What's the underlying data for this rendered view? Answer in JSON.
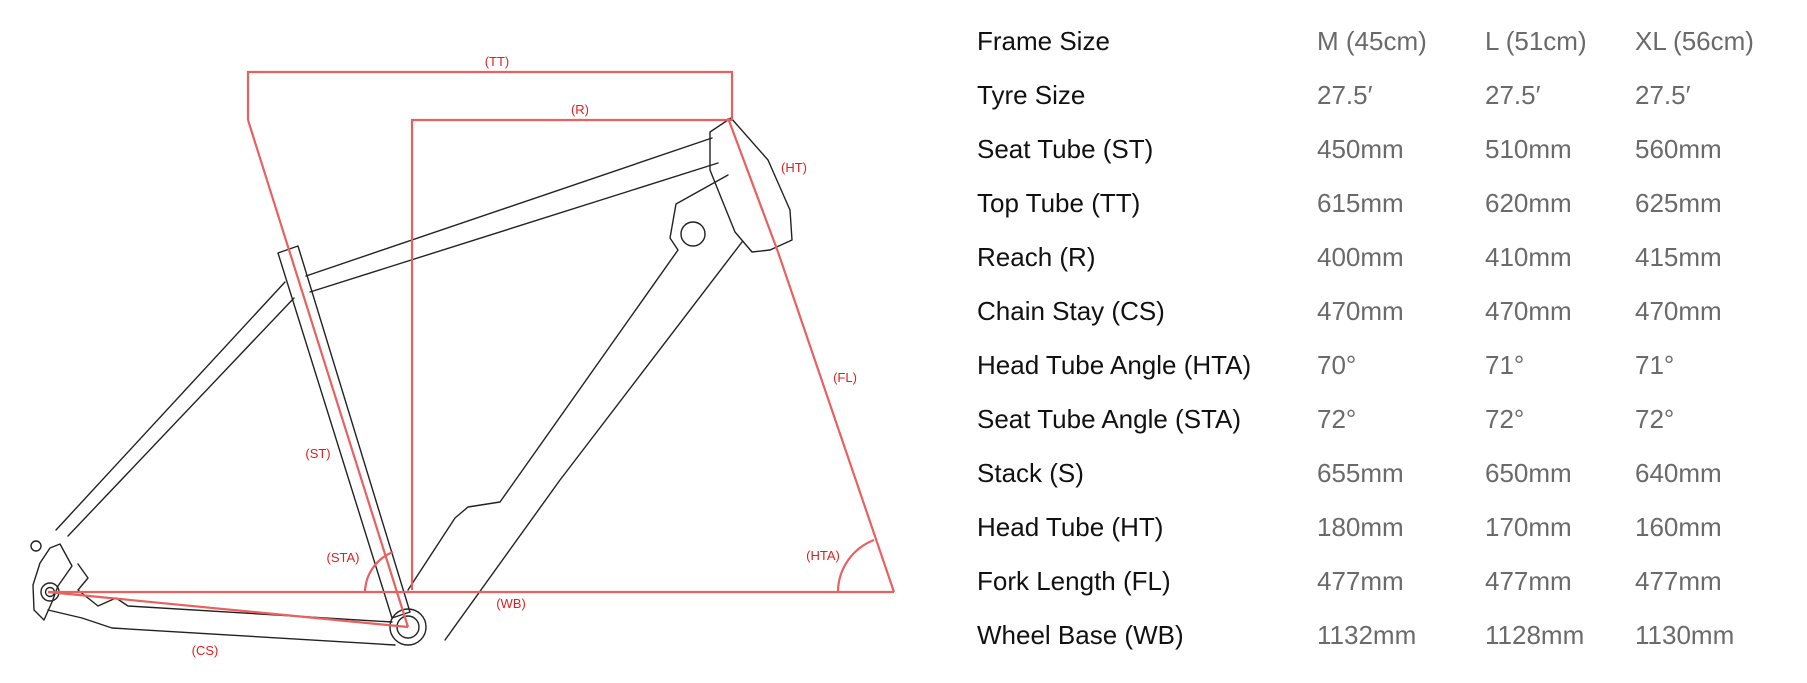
{
  "diagram": {
    "colors": {
      "frame_outline": "#222222",
      "dimension": "#e86060",
      "label": "#e02020"
    },
    "labels": {
      "top_tube": "(TT)",
      "reach": "(R)",
      "head_tube": "(HT)",
      "fork_length": "(FL)",
      "seat_tube": "(ST)",
      "seat_tube_angle": "(STA)",
      "head_tube_angle": "(HTA)",
      "wheel_base": "(WB)",
      "chain_stay": "(CS)"
    }
  },
  "table": {
    "header": {
      "label": "Frame Size",
      "sizes": [
        "M (45cm)",
        "L (51cm)",
        "XL (56cm)"
      ]
    },
    "rows": [
      {
        "label": "Tyre Size",
        "values": [
          "27.5′",
          "27.5′",
          "27.5′"
        ]
      },
      {
        "label": "Seat Tube (ST)",
        "values": [
          "450mm",
          "510mm",
          "560mm"
        ]
      },
      {
        "label": "Top Tube (TT)",
        "values": [
          "615mm",
          "620mm",
          "625mm"
        ]
      },
      {
        "label": "Reach (R)",
        "values": [
          "400mm",
          "410mm",
          "415mm"
        ]
      },
      {
        "label": "Chain Stay (CS)",
        "values": [
          "470mm",
          "470mm",
          "470mm"
        ]
      },
      {
        "label": "Head Tube Angle (HTA)",
        "values": [
          "70°",
          "71°",
          "71°"
        ]
      },
      {
        "label": "Seat Tube Angle (STA)",
        "values": [
          "72°",
          "72°",
          "72°"
        ]
      },
      {
        "label": "Stack (S)",
        "values": [
          "655mm",
          "650mm",
          "640mm"
        ]
      },
      {
        "label": "Head Tube (HT)",
        "values": [
          "180mm",
          "170mm",
          "160mm"
        ]
      },
      {
        "label": "Fork Length (FL)",
        "values": [
          "477mm",
          "477mm",
          "477mm"
        ]
      },
      {
        "label": "Wheel Base (WB)",
        "values": [
          "1132mm",
          "1128mm",
          "1130mm"
        ]
      }
    ]
  }
}
